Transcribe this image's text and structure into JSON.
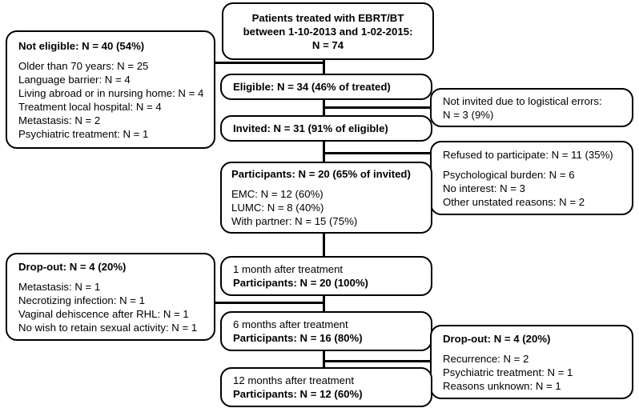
{
  "diagram": {
    "title": "Patient flow diagram",
    "type": "flowchart",
    "line_color": "#000000",
    "box_fill": "#ffffff"
  },
  "boxes": {
    "treated": {
      "name": "patients-treated",
      "lines": [
        {
          "text": "Patients treated with EBRT/BT",
          "bold": true
        },
        {
          "text": "between 1-10-2013 and 1-02-2015:",
          "bold": true
        },
        {
          "text": "N = 74",
          "bold": true
        }
      ]
    },
    "not_eligible": {
      "name": "not-eligible",
      "header": "Not eligible: N = 40 (54%)",
      "items": [
        "Older than 70 years: N = 25",
        "Language barrier: N = 4",
        "Living abroad or in nursing home: N = 4",
        "Treatment local hospital: N = 4",
        "Metastasis: N = 2",
        "Psychiatric treatment: N = 1"
      ]
    },
    "eligible": {
      "name": "eligible",
      "lines": [
        {
          "text": "Eligible: N = 34 (46% of treated)",
          "bold": true
        }
      ]
    },
    "not_invited": {
      "name": "not-invited-logistical-errors",
      "lines": [
        {
          "text": "Not invited due to logistical errors:",
          "bold": false
        },
        {
          "text": "N = 3 (9%)",
          "bold": false
        }
      ]
    },
    "invited": {
      "name": "invited",
      "lines": [
        {
          "text": "Invited: N = 31 (91% of eligible)",
          "bold": true
        }
      ]
    },
    "refused": {
      "name": "refused-to-participate",
      "header": "Refused to participate: N = 11 (35%)",
      "items": [
        "Psychological burden: N = 6",
        "No interest: N = 3",
        "Other unstated reasons: N = 2"
      ]
    },
    "participants": {
      "name": "participants",
      "header": "Participants: N = 20 (65% of invited)",
      "items": [
        "EMC: N = 12 (60%)",
        "LUMC: N = 8 (40%)",
        "With partner: N = 15 (75%)"
      ]
    },
    "dropout_left": {
      "name": "drop-out-early",
      "header": "Drop-out: N = 4 (20%)",
      "items": [
        "Metastasis: N = 1",
        "Necrotizing infection: N = 1",
        "Vaginal dehiscence after RHL: N = 1",
        "No wish to retain sexual activity: N = 1"
      ]
    },
    "month1": {
      "name": "followup-1-month",
      "lines": [
        {
          "text": "1 month after treatment",
          "bold": false
        },
        {
          "text": "Participants: N = 20 (100%)",
          "bold": true
        }
      ]
    },
    "month6": {
      "name": "followup-6-months",
      "lines": [
        {
          "text": "6 months after treatment",
          "bold": false
        },
        {
          "text": "Participants: N = 16 (80%)",
          "bold": true
        }
      ]
    },
    "dropout_right": {
      "name": "drop-out-late",
      "header": "Drop-out: N = 4 (20%)",
      "items": [
        "Recurrence: N = 2",
        "Psychiatric treatment: N = 1",
        "Reasons unknown: N = 1"
      ]
    },
    "month12": {
      "name": "followup-12-months",
      "lines": [
        {
          "text": "12 months after treatment",
          "bold": false
        },
        {
          "text": "Participants: N = 12 (60%)",
          "bold": true
        }
      ]
    }
  }
}
